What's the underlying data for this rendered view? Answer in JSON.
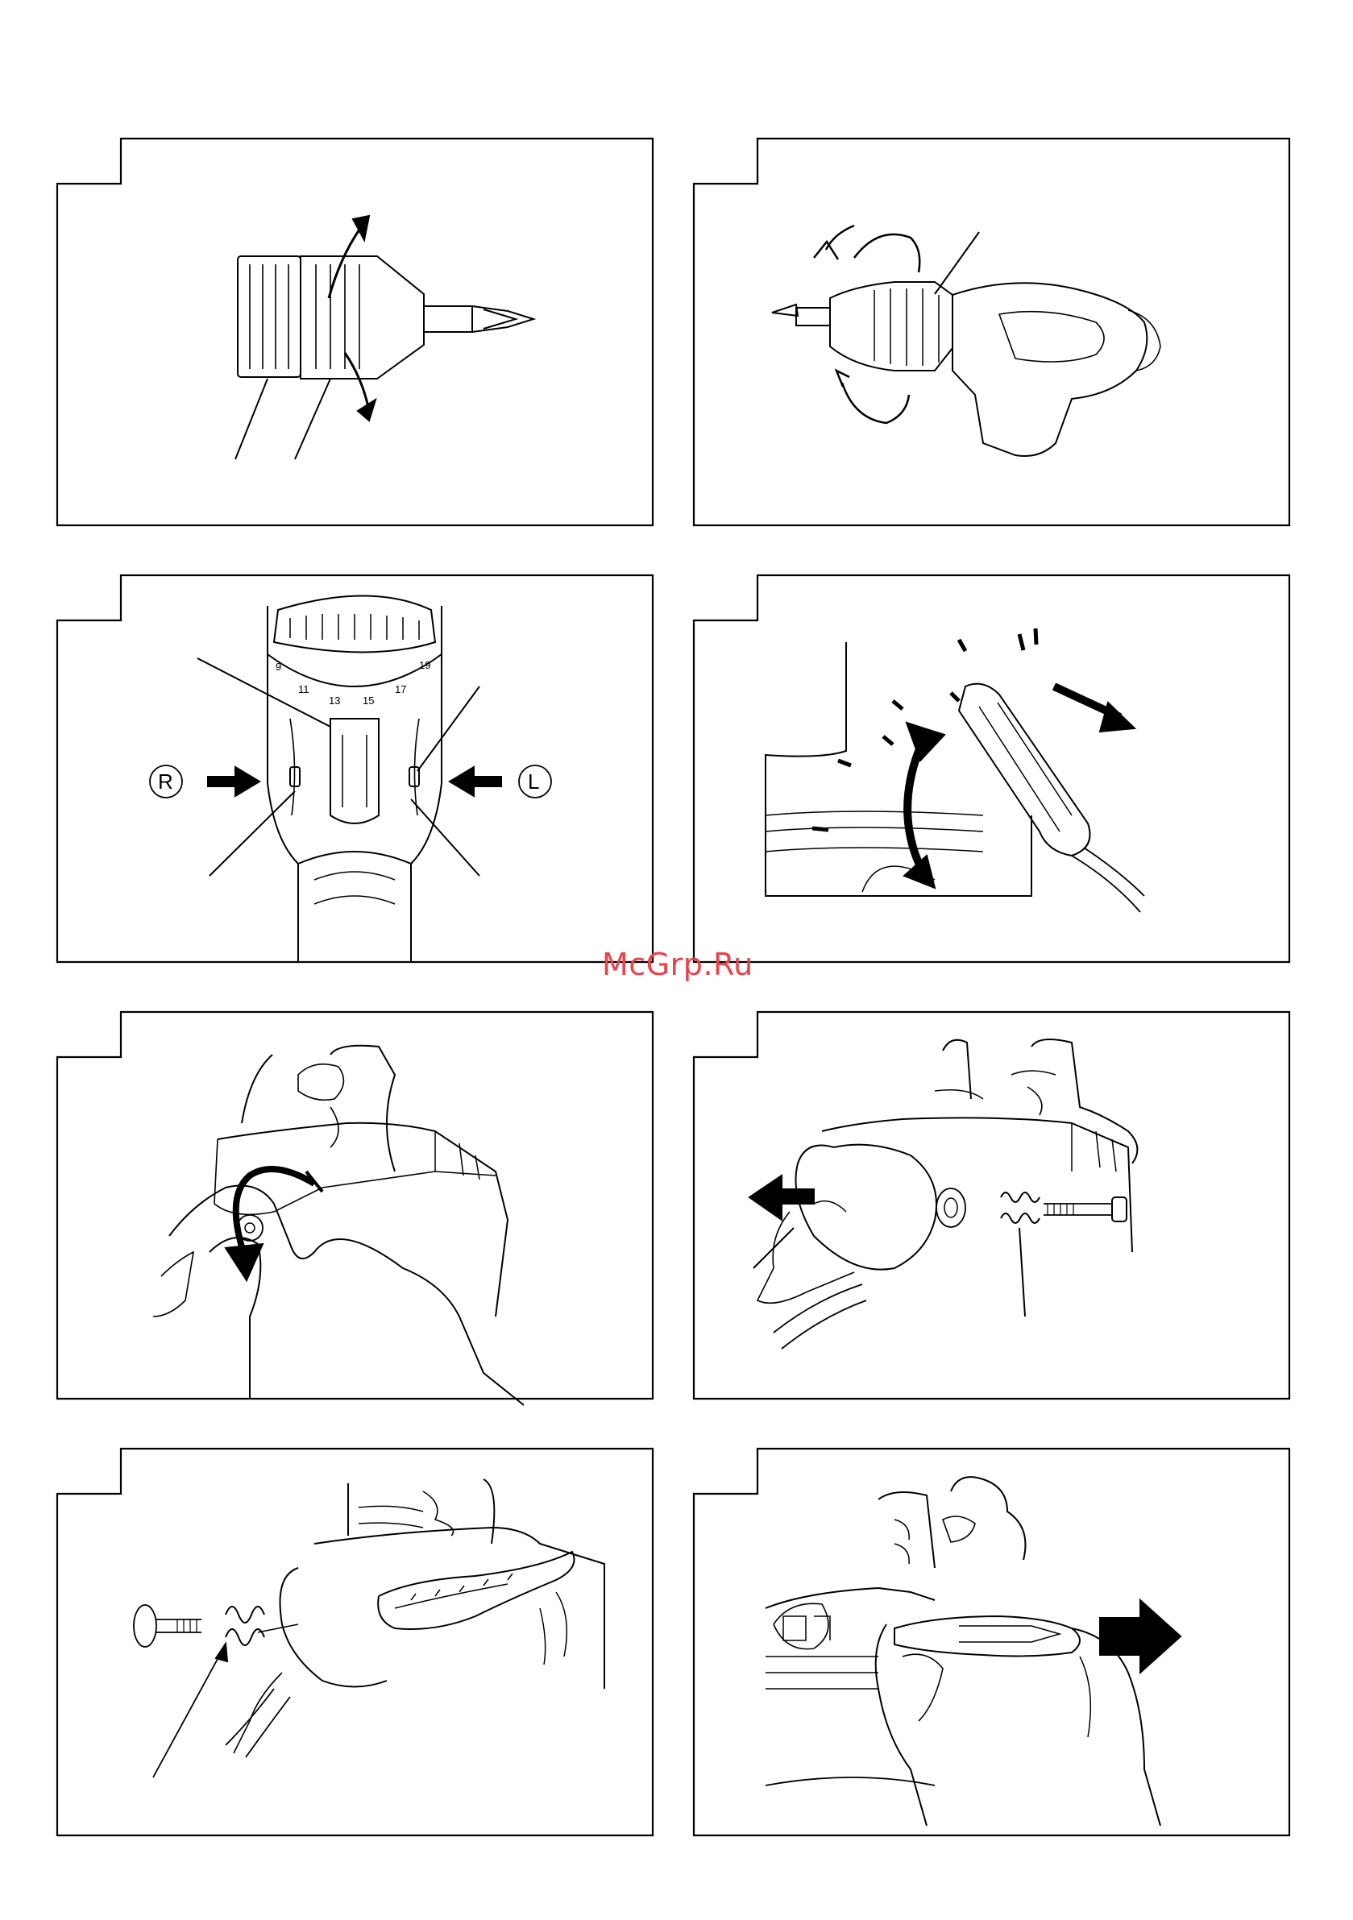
{
  "watermark": "McGrp.Ru",
  "figures": [
    {
      "id": "fig1",
      "subject": "keyless chuck sleeves with bit, rotation arrows"
    },
    {
      "id": "fig2",
      "subject": "drill chuck rotation directions"
    },
    {
      "id": "fig3",
      "subject": "reversing switch lever",
      "dial_numbers": [
        "9",
        "11",
        "13",
        "15",
        "17",
        "19"
      ],
      "left_symbol": "R",
      "right_symbol": "L"
    },
    {
      "id": "fig4",
      "subject": "hook / bit holder swing"
    },
    {
      "id": "fig5",
      "subject": "loosening screw on handle base"
    },
    {
      "id": "fig6",
      "subject": "removing screw, spring and hook"
    },
    {
      "id": "fig7",
      "subject": "installing hook, spring and screw"
    },
    {
      "id": "fig8",
      "subject": "pulling bit from bit holder"
    }
  ],
  "colors": {
    "line": "#000000",
    "background": "#ffffff",
    "watermark": "#e8424a"
  }
}
